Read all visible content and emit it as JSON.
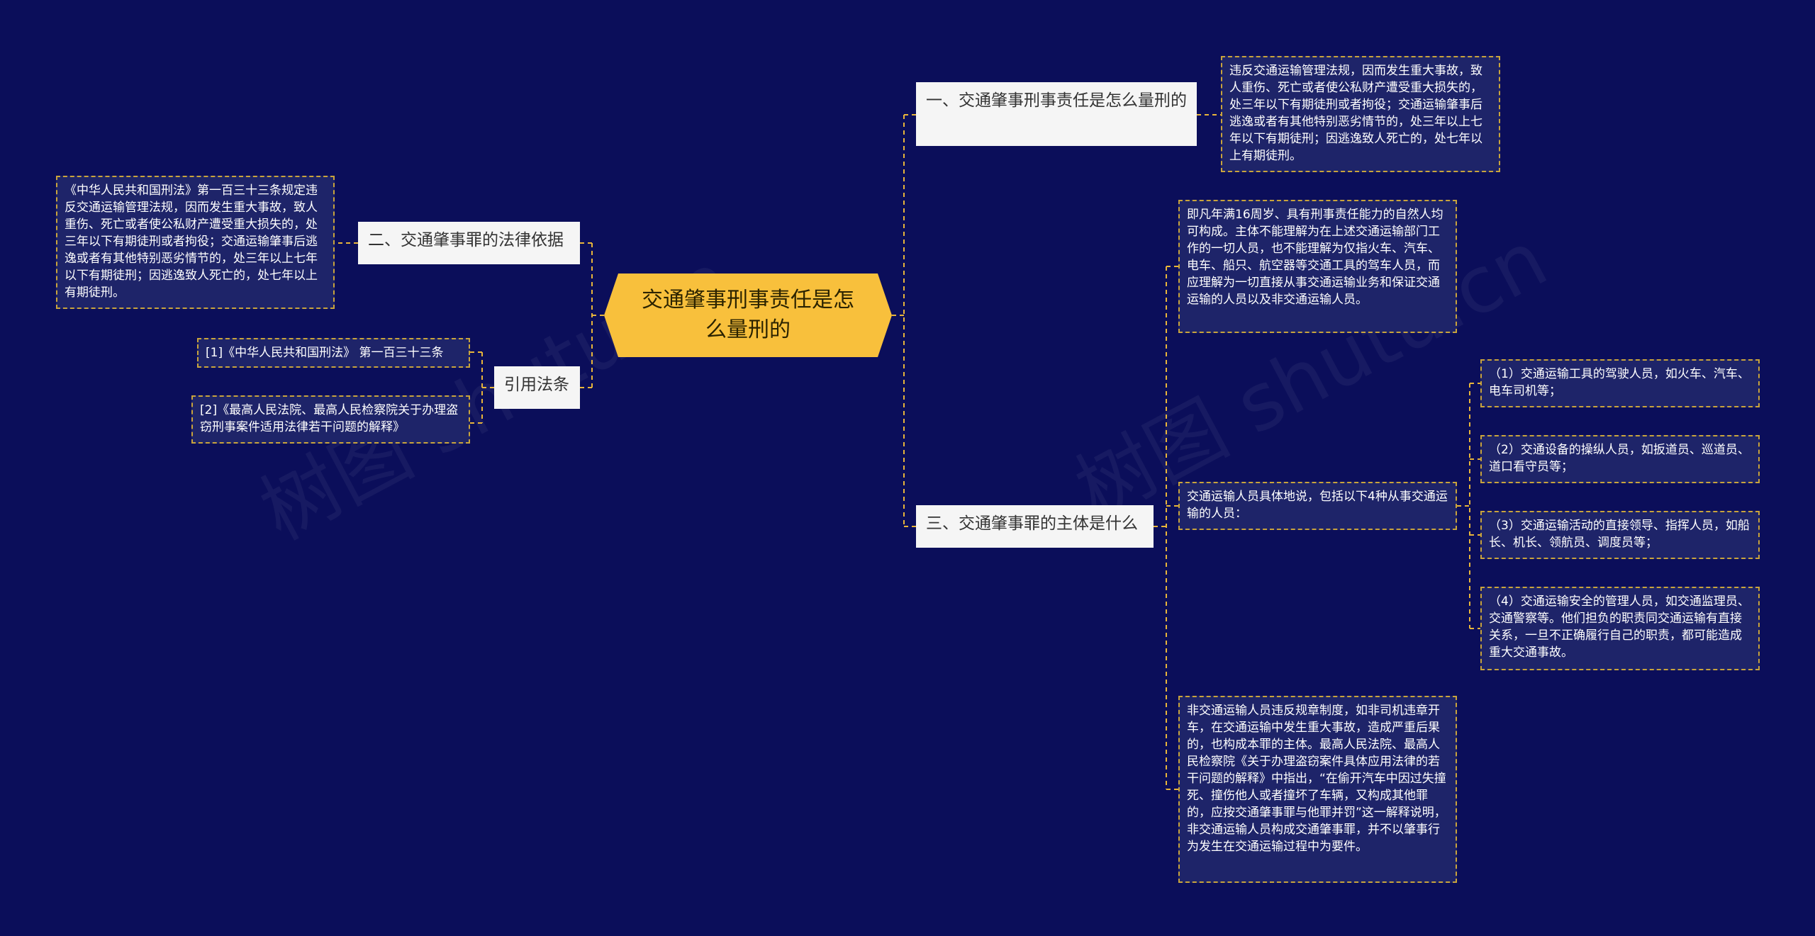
{
  "root": {
    "label": "交通肇事刑事责任是怎么量刑的"
  },
  "branches": [
    {
      "id": "b1",
      "label": "一、交通肇事刑事责任是怎么量刑的"
    },
    {
      "id": "b2",
      "label": "二、交通肇事罪的法律依据"
    },
    {
      "id": "b3",
      "label": "引用法条"
    },
    {
      "id": "b4",
      "label": "三、交通肇事罪的主体是什么"
    }
  ],
  "leaves": {
    "b1_text": "违反交通运输管理法规，因而发生重大事故，致人重伤、死亡或者使公私财产遭受重大损失的，处三年以下有期徒刑或者拘役；交通运输肇事后逃逸或者有其他特别恶劣情节的，处三年以上七年以下有期徒刑；因逃逸致人死亡的，处七年以上有期徒刑。",
    "b2_text": "《中华人民共和国刑法》第一百三十三条规定违反交通运输管理法规，因而发生重大事故，致人重伤、死亡或者使公私财产遭受重大损失的，处三年以下有期徒刑或者拘役；交通运输肇事后逃逸或者有其他特别恶劣情节的，处三年以上七年以下有期徒刑；因逃逸致人死亡的，处七年以上有期徒刑。",
    "b3_ref1": "[1]《中华人民共和国刑法》 第一百三十三条",
    "b3_ref2": "[2]《最高人民法院、最高人民检察院关于办理盗窃刑事案件适用法律若干问题的解释》",
    "b4_intro": "即凡年满16周岁、具有刑事责任能力的自然人均可构成。主体不能理解为在上述交通运输部门工作的一切人员，也不能理解为仅指火车、汽车、电车、船只、航空器等交通工具的驾车人员，而应理解为一切直接从事交通运输业务和保证交通运输的人员以及非交通运输人员。",
    "b4_middle": "交通运输人员具体地说，包括以下4种从事交通运输的人员：",
    "b4_types": [
      "（1）交通运输工具的驾驶人员，如火车、汽车、电车司机等；",
      "（2）交通设备的操纵人员，如扳道员、巡道员、道口看守员等；",
      "（3）交通运输活动的直接领导、指挥人员，如船长、机长、领航员、调度员等；",
      "（4）交通运输安全的管理人员，如交通监理员、交通警察等。他们担负的职责同交通运输有直接关系，一旦不正确履行自己的职责，都可能造成重大交通事故。"
    ],
    "b4_other": "非交通运输人员违反规章制度，如非司机违章开车，在交通运输中发生重大事故，造成严重后果的，也构成本罪的主体。最高人民法院、最高人民检察院《关于办理盗窃案件具体应用法律的若干问题的解释》中指出，“在偷开汽车中因过失撞死、撞伤他人或者撞坏了车辆，又构成其他罪的，应按交通肇事罪与他罪并罚”这一解释说明，非交通运输人员构成交通肇事罪，并不以肇事行为发生在交通运输过程中为要件。"
  },
  "watermark": [
    "树图 shutu.cn",
    "树图 shutu.cn"
  ],
  "colors": {
    "background": "#0b0e5a",
    "root": "#f8c03c",
    "connector": "#e8b53a",
    "leaf_fill": "#1e2469"
  }
}
